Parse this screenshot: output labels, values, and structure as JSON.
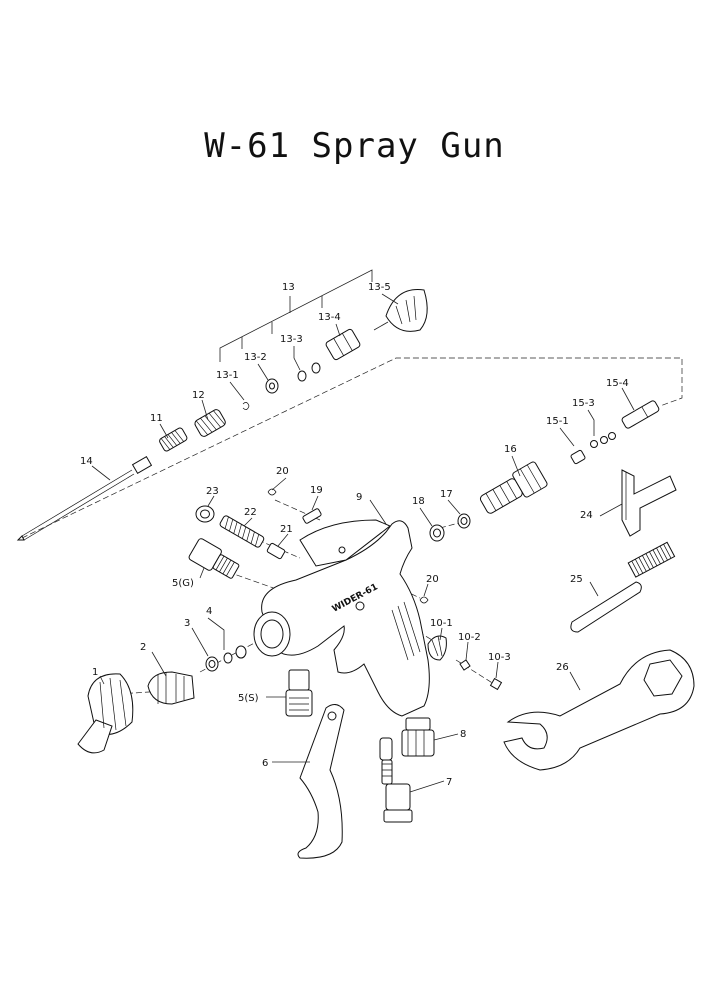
{
  "title": "W-61 Spray Gun",
  "callouts": {
    "p1": "1",
    "p2": "2",
    "p3": "3",
    "p4": "4",
    "p5g": "5(G)",
    "p5s": "5(S)",
    "p6": "6",
    "p7": "7",
    "p8": "8",
    "p9": "9",
    "p10_1": "10-1",
    "p10_2": "10-2",
    "p10_3": "10-3",
    "p11": "11",
    "p12": "12",
    "p13": "13",
    "p13_1": "13-1",
    "p13_2": "13-2",
    "p13_3": "13-3",
    "p13_4": "13-4",
    "p13_5": "13-5",
    "p14": "14",
    "p15_1": "15-1",
    "p15_3": "15-3",
    "p15_4": "15-4",
    "p16": "16",
    "p17": "17",
    "p18": "18",
    "p19": "19",
    "p20a": "20",
    "p20b": "20",
    "p21": "21",
    "p22": "22",
    "p23": "23",
    "p24": "24",
    "p25": "25",
    "p26": "26"
  },
  "body_markings": {
    "model": "WIDER-61"
  }
}
